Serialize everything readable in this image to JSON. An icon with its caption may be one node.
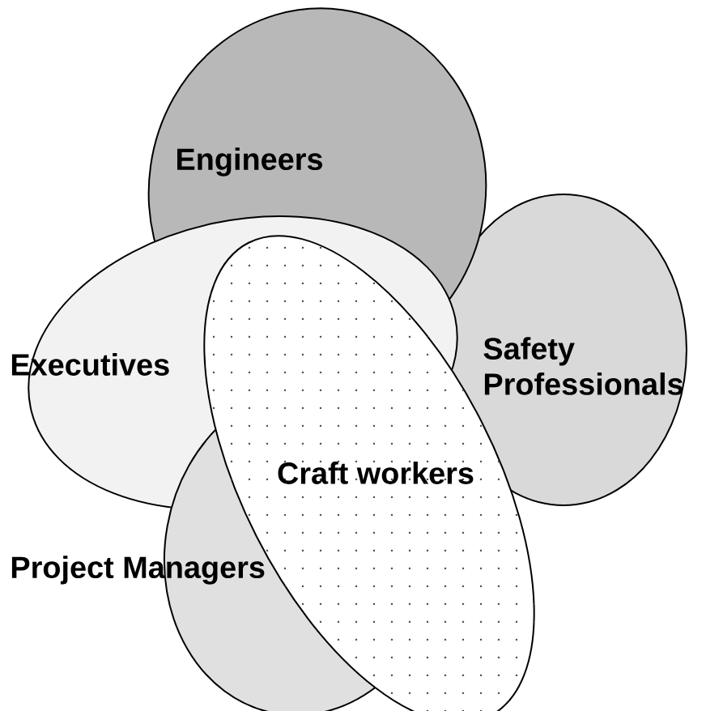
{
  "diagram": {
    "nodes": [
      {
        "text": [
          "Engineers"
        ]
      },
      {
        "text": [
          "Safety Professionals"
        ]
      },
      {
        "text": [
          "Executives"
        ]
      },
      {
        "text": [
          "Craft workers"
        ]
      },
      {
        "text": [
          "Project Managers"
        ]
      }
    ]
  }
}
